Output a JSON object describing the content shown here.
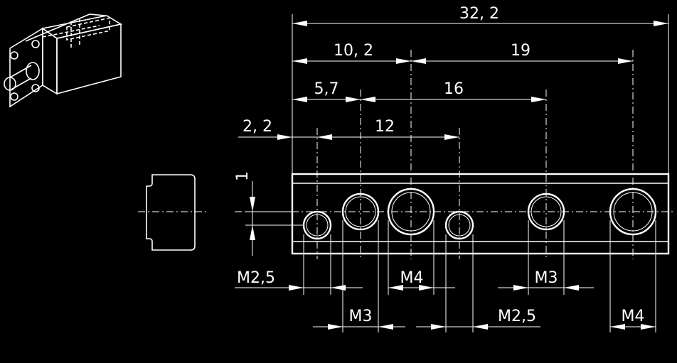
{
  "dimensions": {
    "overall_length": "32, 2",
    "first_offset": "10, 2",
    "second_offset": "19",
    "small_offset": "5,7",
    "middle_offset": "16",
    "edge_offset": "2, 2",
    "inner_offset": "12",
    "vertical_offset": "1"
  },
  "thread_labels": {
    "hole_1": "M2,5",
    "hole_2": "M3",
    "hole_3": "M4",
    "hole_4": "M2,5",
    "hole_5": "M3",
    "hole_6": "M4"
  },
  "colors": {
    "background": "#000000",
    "lines": "#ffffff"
  }
}
